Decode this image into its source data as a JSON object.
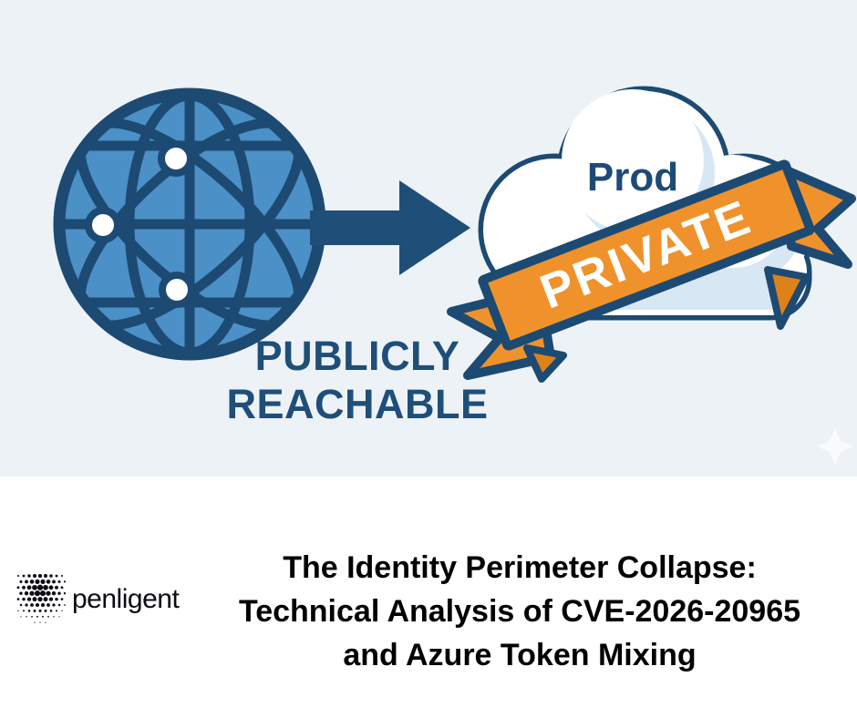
{
  "hero": {
    "cloud_label": "Prod",
    "ribbon_label": "PRIVATE",
    "caption": [
      "PUBLICLY",
      "REACHABLE"
    ],
    "colors": {
      "hero_background": "#edf2f6",
      "navy_outline": "#1d4a72",
      "arrow_navy": "#1f4e78",
      "globe_blue": "#4b90c7",
      "cloud_white": "#ffffff",
      "cloud_shade_blue": "#d8e7f4",
      "ribbon_orange": "#f0922b",
      "ribbon_fold_orange": "#de8118",
      "ribbon_text_white": "#ffffff",
      "caption_navy": "#1f4e79"
    }
  },
  "footer": {
    "logo_text": "penligent",
    "title_lines": [
      "The Identity Perimeter Collapse:",
      "Technical Analysis of CVE-2026-20965",
      "and Azure Token Mixing"
    ]
  }
}
